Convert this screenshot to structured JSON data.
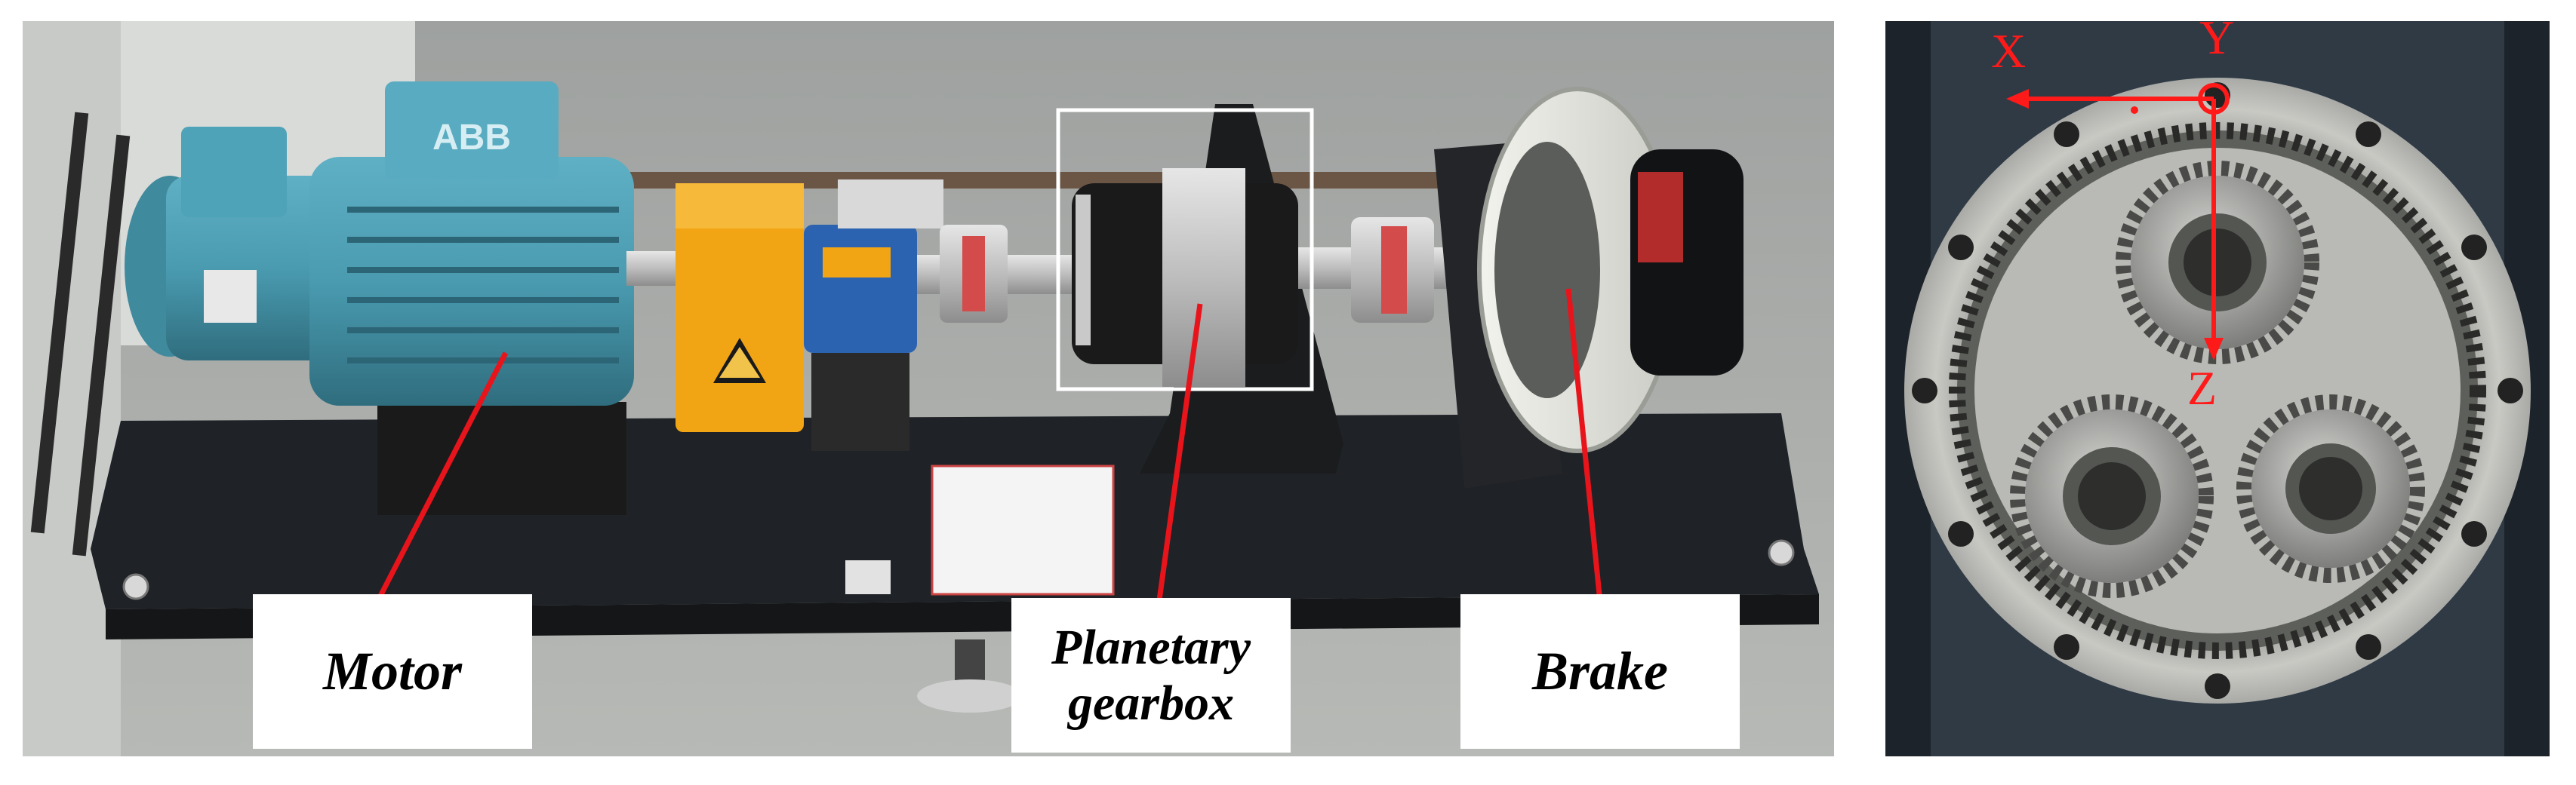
{
  "labels": {
    "motor": "Motor",
    "gearbox_line1": "Planetary",
    "gearbox_line2": "gearbox",
    "brake": "Brake"
  },
  "axes": {
    "x": "X",
    "y": "Y",
    "z": "Z"
  },
  "nameplate": {
    "motor_brand": "ABB"
  },
  "colors": {
    "pointer_lines": "#e8141c",
    "axis_arrows": "#ff1a1a",
    "motor_body": "#4a9bb0",
    "guard": "#f2a514",
    "base_plate": "#1f2226"
  }
}
